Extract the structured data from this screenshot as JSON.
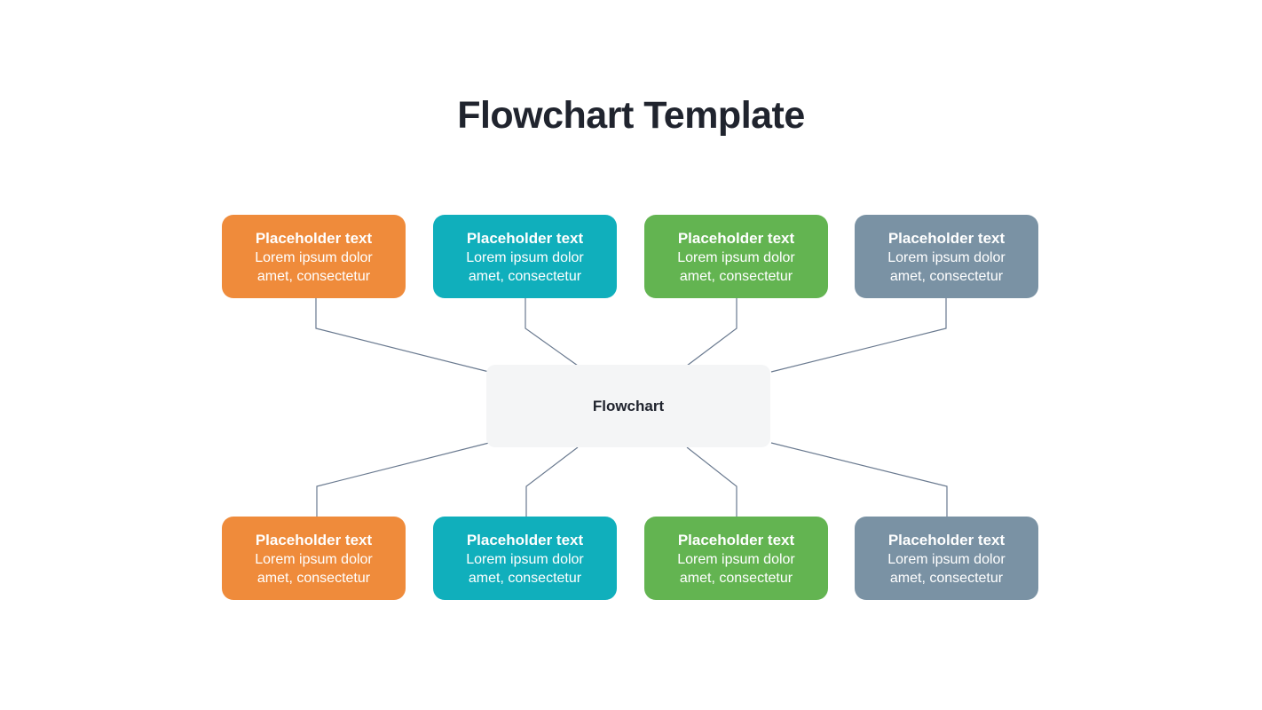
{
  "title": "Flowchart Template",
  "center_node": {
    "label": "Flowchart"
  },
  "colors": {
    "orange": "#ef8b3b",
    "teal": "#10afbc",
    "green": "#63b451",
    "slate": "#7a92a4",
    "center_bg": "#f4f5f6",
    "connector": "#69798f",
    "title_text": "#20242e",
    "node_text": "#ffffff"
  },
  "nodes": {
    "top": [
      {
        "title": "Placeholder text",
        "body_line1": "Lorem ipsum dolor",
        "body_line2": "amet, consectetur",
        "color": "orange"
      },
      {
        "title": "Placeholder text",
        "body_line1": "Lorem ipsum dolor",
        "body_line2": "amet, consectetur",
        "color": "teal"
      },
      {
        "title": "Placeholder text",
        "body_line1": "Lorem ipsum dolor",
        "body_line2": "amet, consectetur",
        "color": "green"
      },
      {
        "title": "Placeholder text",
        "body_line1": "Lorem ipsum dolor",
        "body_line2": "amet, consectetur",
        "color": "slate"
      }
    ],
    "bottom": [
      {
        "title": "Placeholder text",
        "body_line1": "Lorem ipsum dolor",
        "body_line2": "amet, consectetur",
        "color": "orange"
      },
      {
        "title": "Placeholder text",
        "body_line1": "Lorem ipsum dolor",
        "body_line2": "amet, consectetur",
        "color": "teal"
      },
      {
        "title": "Placeholder text",
        "body_line1": "Lorem ipsum dolor",
        "body_line2": "amet, consectetur",
        "color": "green"
      },
      {
        "title": "Placeholder text",
        "body_line1": "Lorem ipsum dolor",
        "body_line2": "amet, consectetur",
        "color": "slate"
      }
    ]
  }
}
